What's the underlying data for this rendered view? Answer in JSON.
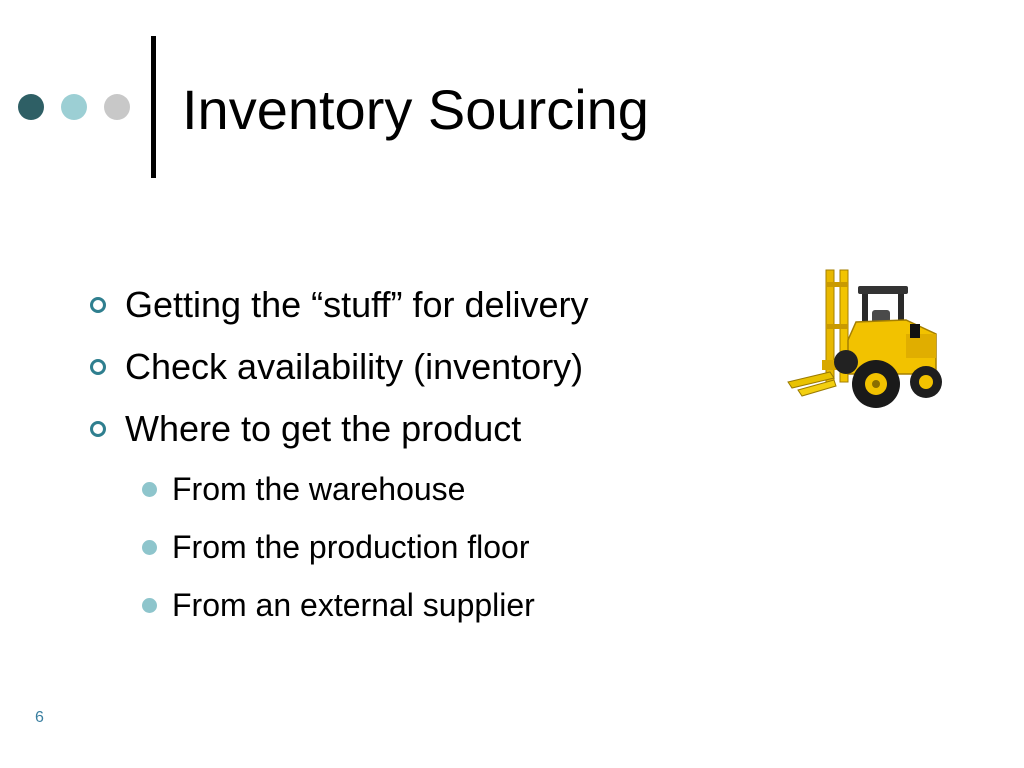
{
  "slide": {
    "title": "Inventory Sourcing",
    "page_number": "6",
    "colors": {
      "dot_dark": "#2e5f65",
      "dot_mid": "#9ccfd4",
      "dot_light": "#c8c8c8",
      "bullet_ring": "#2f7f8f",
      "sub_bullet": "#8ec5cc",
      "page_number": "#3a7fa0"
    },
    "image": {
      "icon": "forklift-icon"
    },
    "bullets": [
      {
        "text": "Getting the “stuff” for delivery"
      },
      {
        "text": "Check availability (inventory)"
      },
      {
        "text": "Where to get the product",
        "sub": [
          {
            "text": "From the warehouse"
          },
          {
            "text": "From the production floor"
          },
          {
            "text": "From an external supplier"
          }
        ]
      }
    ]
  }
}
